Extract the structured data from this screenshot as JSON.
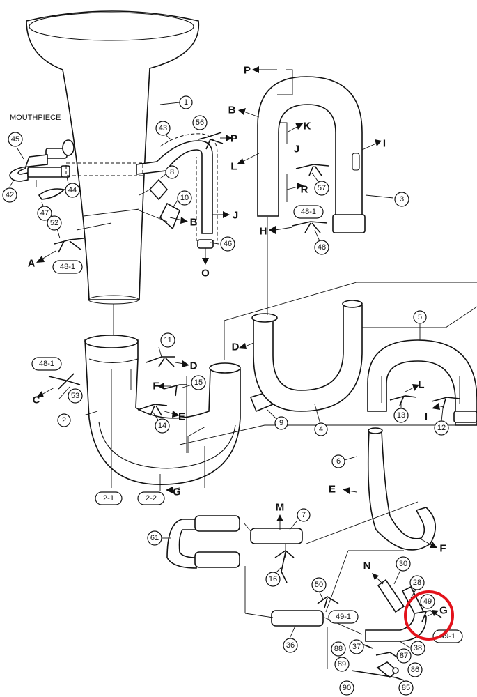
{
  "diagram": {
    "mouthpiece_label": "MOUTHPIECE",
    "numbers": {
      "n1": "1",
      "n2": "2",
      "n2_1": "2-1",
      "n2_2": "2-2",
      "n3": "3",
      "n4": "4",
      "n5": "5",
      "n6": "6",
      "n7": "7",
      "n8": "8",
      "n9": "9",
      "n10": "10",
      "n11": "11",
      "n12": "12",
      "n13": "13",
      "n14": "14",
      "n15": "15",
      "n16": "16",
      "n28": "28",
      "n30": "30",
      "n36": "36",
      "n37": "37",
      "n38": "38",
      "n42": "42",
      "n43": "43",
      "n44": "44",
      "n45": "45",
      "n46": "46",
      "n47": "47",
      "n48a": "48-1",
      "n48b": "48-1",
      "n48c": "48-1",
      "n48": "48",
      "n49": "49",
      "n49_1a": "49-1",
      "n49_1b": "49-1",
      "n50": "50",
      "n52": "52",
      "n53": "53",
      "n56": "56",
      "n57": "57",
      "n61": "61",
      "n85": "85",
      "n86": "86",
      "n87": "87",
      "n88": "88",
      "n89": "89",
      "n90": "90"
    },
    "letters": {
      "A": "A",
      "B1": "B",
      "B2": "B",
      "C": "C",
      "D1": "D",
      "D2": "D",
      "E1": "E",
      "E2": "E",
      "F1": "F",
      "F2": "F",
      "G1": "G",
      "G2": "G",
      "H": "H",
      "I1": "I",
      "I2": "I",
      "J1": "J",
      "J2": "J",
      "K": "K",
      "L1": "L",
      "L2": "L",
      "M": "M",
      "N": "N",
      "O": "O",
      "P1": "P",
      "P2": "P",
      "R": "R"
    },
    "highlight_color": "#e3121b"
  }
}
